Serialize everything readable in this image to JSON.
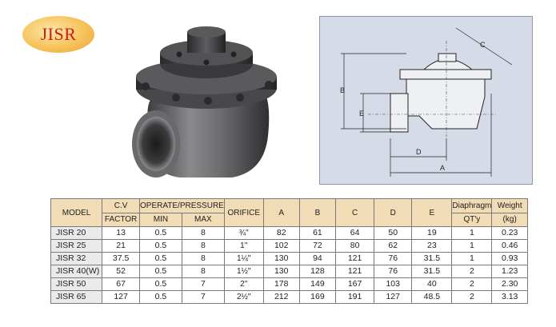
{
  "brand": {
    "badge_text": "JISR"
  },
  "drawing": {
    "labels": {
      "A": "A",
      "B": "B",
      "C": "C",
      "D": "D",
      "E": "E"
    }
  },
  "table": {
    "headers": {
      "model": "MODEL",
      "cv_top": "C.V",
      "cv_bottom": "FACTOR",
      "pressure": "OPERATE/PRESSURE",
      "min": "MIN",
      "max": "MAX",
      "orifice": "ORIFICE",
      "a": "A",
      "b": "B",
      "c": "C",
      "d": "D",
      "e": "E",
      "diaphragm_top": "Diaphragm",
      "diaphragm_bottom": "QT'y",
      "weight_top": "Weight",
      "weight_bottom": "(kg)"
    },
    "rows": [
      {
        "model": "JISR 20",
        "cv": "13",
        "min": "0.5",
        "max": "8",
        "orifice": "¾\"",
        "a": "82",
        "b": "61",
        "c": "64",
        "d": "50",
        "e": "19",
        "qty": "1",
        "weight": "0.23"
      },
      {
        "model": "JISR 25",
        "cv": "21",
        "min": "0.5",
        "max": "8",
        "orifice": "1\"",
        "a": "102",
        "b": "72",
        "c": "80",
        "d": "62",
        "e": "23",
        "qty": "1",
        "weight": "0.46"
      },
      {
        "model": "JISR 32",
        "cv": "37.5",
        "min": "0.5",
        "max": "8",
        "orifice": "1¼\"",
        "a": "130",
        "b": "94",
        "c": "121",
        "d": "76",
        "e": "31.5",
        "qty": "1",
        "weight": "0.93"
      },
      {
        "model": "JISR 40(W)",
        "cv": "52",
        "min": "0.5",
        "max": "8",
        "orifice": "1½\"",
        "a": "130",
        "b": "128",
        "c": "121",
        "d": "76",
        "e": "31.5",
        "qty": "2",
        "weight": "1.23"
      },
      {
        "model": "JISR 50",
        "cv": "67",
        "min": "0.5",
        "max": "7",
        "orifice": "2\"",
        "a": "178",
        "b": "149",
        "c": "167",
        "d": "103",
        "e": "40",
        "qty": "2",
        "weight": "2.30"
      },
      {
        "model": "JISR 65",
        "cv": "127",
        "min": "0.5",
        "max": "7",
        "orifice": "2½\"",
        "a": "212",
        "b": "169",
        "c": "191",
        "d": "127",
        "e": "48.5",
        "qty": "2",
        "weight": "3.13"
      }
    ]
  }
}
